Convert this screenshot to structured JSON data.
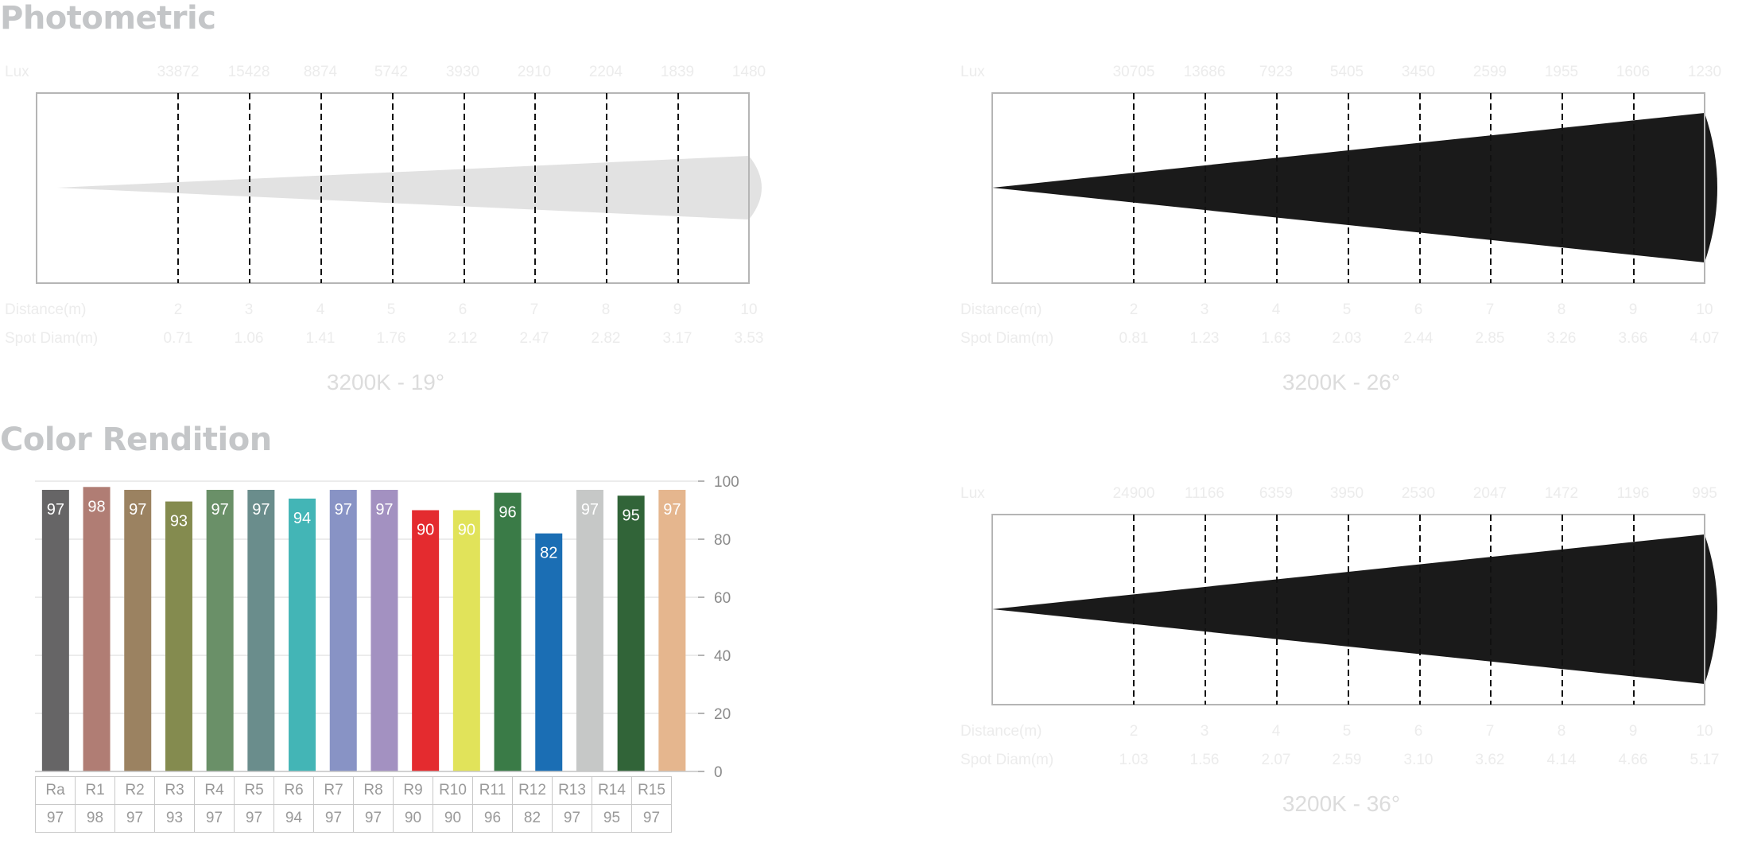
{
  "sections": {
    "photometric_title": "Photometric",
    "color_rendition_title": "Color Rendition"
  },
  "photometric": [
    {
      "caption": "3200K - 19°",
      "lux_label": "Lux",
      "distance_label": "Distance(m)",
      "spot_label": "Spot Diam(m)",
      "lux": [
        "33872",
        "15428",
        "8874",
        "5742",
        "3930",
        "2910",
        "2204",
        "1839",
        "1480"
      ],
      "distance": [
        "2",
        "3",
        "4",
        "5",
        "6",
        "7",
        "8",
        "9",
        "10"
      ],
      "spot": [
        "0.71",
        "1.06",
        "1.41",
        "1.76",
        "2.12",
        "2.47",
        "2.82",
        "3.17",
        "3.53"
      ],
      "beam_color": "#e2e2e2"
    },
    {
      "caption": "3200K - 26°",
      "lux_label": "Lux",
      "distance_label": "Distance(m)",
      "spot_label": "Spot Diam(m)",
      "lux": [
        "30705",
        "13686",
        "7923",
        "5405",
        "3450",
        "2599",
        "1955",
        "1606",
        "1230"
      ],
      "distance": [
        "2",
        "3",
        "4",
        "5",
        "6",
        "7",
        "8",
        "9",
        "10"
      ],
      "spot": [
        "0.81",
        "1.23",
        "1.63",
        "2.03",
        "2.44",
        "2.85",
        "3.26",
        "3.66",
        "4.07"
      ],
      "beam_color": "#1a1a1a"
    },
    {
      "caption": "3200K - 36°",
      "lux_label": "Lux",
      "distance_label": "Distance(m)",
      "spot_label": "Spot Diam(m)",
      "lux": [
        "24900",
        "11166",
        "6359",
        "3950",
        "2530",
        "2047",
        "1472",
        "1196",
        "995"
      ],
      "distance": [
        "2",
        "3",
        "4",
        "5",
        "6",
        "7",
        "8",
        "9",
        "10"
      ],
      "spot": [
        "1.03",
        "1.56",
        "2.07",
        "2.59",
        "3.10",
        "3.62",
        "4.14",
        "4.66",
        "5.17"
      ],
      "beam_color": "#1a1a1a"
    }
  ],
  "chart_data": {
    "type": "bar",
    "title": "Color Rendition",
    "categories": [
      "Ra",
      "R1",
      "R2",
      "R3",
      "R4",
      "R5",
      "R6",
      "R7",
      "R8",
      "R9",
      "R10",
      "R11",
      "R12",
      "R13",
      "R14",
      "R15"
    ],
    "values": [
      97,
      98,
      97,
      93,
      97,
      97,
      94,
      97,
      97,
      90,
      90,
      96,
      82,
      97,
      95,
      97
    ],
    "colors": [
      "#666566",
      "#b07d74",
      "#9b8261",
      "#848b4f",
      "#6a9068",
      "#6a8d8c",
      "#43b5b6",
      "#8893c5",
      "#a391c1",
      "#e42b2f",
      "#e1e35a",
      "#3a7b47",
      "#1b6eb4",
      "#c6c8c7",
      "#316438",
      "#e5b68e"
    ],
    "ylim": [
      0,
      100
    ],
    "y_ticks": [
      "100",
      "80",
      "60",
      "40",
      "20",
      "0"
    ],
    "grid": true
  }
}
